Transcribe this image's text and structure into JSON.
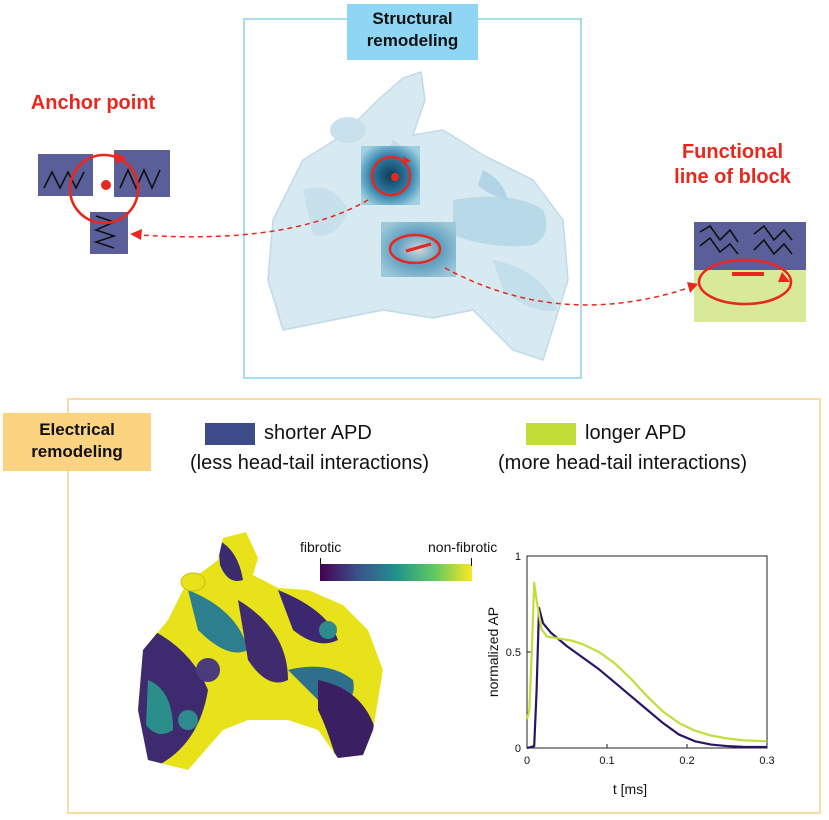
{
  "structural": {
    "label_line1": "Structural",
    "label_line2": "remodeling",
    "frame_color": "#a9dcef",
    "label_bg": "#8ed6f3"
  },
  "anchor": {
    "title": "Anchor point"
  },
  "functional": {
    "title_line1": "Functional",
    "title_line2": "line of block"
  },
  "electrical": {
    "label_line1": "Electrical",
    "label_line2": "remodeling",
    "label_bg": "#fcd380",
    "frame_color": "#f8dca3"
  },
  "legend": {
    "short": {
      "label": "shorter APD",
      "note": "(less head-tail interactions)",
      "color": "#3e4b8a"
    },
    "long": {
      "label": "longer APD",
      "note": "(more head-tail interactions)",
      "color": "#c3dd38"
    }
  },
  "colorbar": {
    "left_label": "fibrotic",
    "right_label": "non-fibrotic"
  },
  "chart_data": {
    "type": "line",
    "xlabel": "t [ms]",
    "ylabel": "normalized AP",
    "xlim": [
      0,
      0.3
    ],
    "ylim": [
      0,
      1
    ],
    "xticks": [
      "0",
      "0.1",
      "0.2",
      "0.3"
    ],
    "yticks": [
      "0",
      "0.5",
      "1"
    ],
    "series": [
      {
        "color": "#2a1565",
        "x": [
          0,
          0.005,
          0.009,
          0.012,
          0.015,
          0.02,
          0.03,
          0.05,
          0.07,
          0.09,
          0.11,
          0.13,
          0.15,
          0.17,
          0.19,
          0.21,
          0.23,
          0.25,
          0.27,
          0.3
        ],
        "y": [
          0,
          0.005,
          0.01,
          0.3,
          0.73,
          0.65,
          0.6,
          0.53,
          0.47,
          0.41,
          0.34,
          0.27,
          0.2,
          0.13,
          0.07,
          0.035,
          0.018,
          0.01,
          0.006,
          0.005
        ]
      },
      {
        "color": "#c3dd38",
        "x": [
          0,
          0.003,
          0.006,
          0.009,
          0.012,
          0.018,
          0.025,
          0.04,
          0.055,
          0.07,
          0.09,
          0.11,
          0.13,
          0.15,
          0.17,
          0.19,
          0.21,
          0.23,
          0.25,
          0.27,
          0.3
        ],
        "y": [
          0.15,
          0.2,
          0.5,
          0.86,
          0.77,
          0.62,
          0.58,
          0.57,
          0.56,
          0.54,
          0.5,
          0.44,
          0.36,
          0.27,
          0.19,
          0.13,
          0.09,
          0.065,
          0.05,
          0.04,
          0.035
        ]
      }
    ]
  }
}
